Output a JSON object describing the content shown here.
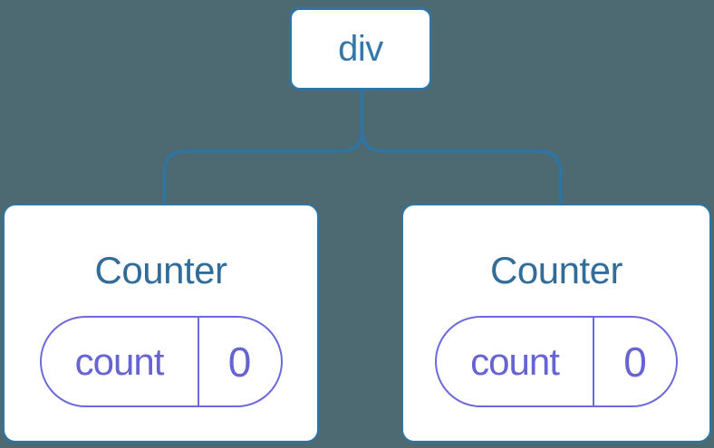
{
  "diagram": {
    "root": {
      "label": "div"
    },
    "children": [
      {
        "label": "Counter",
        "state": {
          "key": "count",
          "value": "0"
        }
      },
      {
        "label": "Counter",
        "state": {
          "key": "count",
          "value": "0"
        }
      }
    ]
  },
  "colors": {
    "background": "#4D6972",
    "node_border": "#2F75A4",
    "node_fill": "#FFFFFF",
    "connector": "#2F75A4",
    "root_label": "#3578A8",
    "component_label": "#326C99",
    "state_accent": "#6C6ADB",
    "state_text": "#6663D2"
  }
}
